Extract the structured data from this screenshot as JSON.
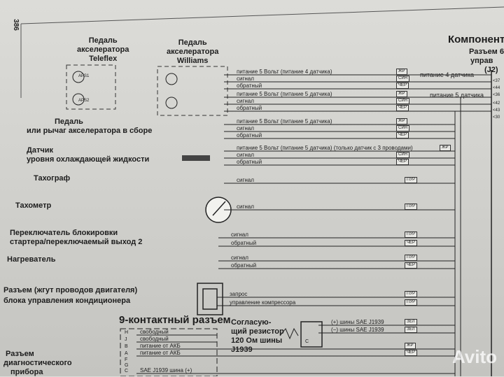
{
  "page_number": "386",
  "header": {
    "title": "Компоненты",
    "connector_line1": "Разъем 6",
    "connector_line2": "управ",
    "connector_id": "(J2)"
  },
  "components": {
    "teleflex": [
      "Педаль",
      "акселератора",
      "Teleflex"
    ],
    "williams": [
      "Педаль",
      "акселератора",
      "Williams"
    ],
    "pedal_assembly": [
      "Педаль",
      "или рычаг акселератора в сборе"
    ],
    "coolant_sensor": [
      "Датчик",
      "уровня охлаждающей жидкости"
    ],
    "tachograph": "Тахограф",
    "tachometer": "Тахометр",
    "starter_switch": [
      "Переключатель блокировки",
      "стартера/переключаемый выход 2"
    ],
    "heater": "Нагреватель",
    "ac_connector": [
      "Разъем (жгут проводов двигателя)",
      "блока управления кондиционера"
    ],
    "nine_pin": "9-контактный разъем",
    "resistor": [
      "Согласую-",
      "щий резистор",
      "120 Ом шины",
      "J1939"
    ],
    "resistor_pin": "C",
    "diag": [
      "Разъем",
      "диагностического",
      "прибора"
    ],
    "sensor_labels": [
      "APS1",
      "APS2"
    ]
  },
  "j2_labels": {
    "supply4": "питание 4 датчика",
    "supply5": "питание 5 датчика",
    "pins": [
      "37",
      "44",
      "36",
      "42",
      "43",
      "30"
    ]
  },
  "wires": [
    {
      "label": "питание 5 Вольт (питание 4 датчика)",
      "color": "ЖР"
    },
    {
      "label": "сигнал",
      "color": "СИН"
    },
    {
      "label": "обратный",
      "color": "ЧЕР"
    },
    {
      "label": "питание 5 Вольт (питание 5 датчика)",
      "color": "ЖР"
    },
    {
      "label": "сигнал",
      "color": "СИН"
    },
    {
      "label": "обратный",
      "color": "ЧЕР"
    },
    {
      "label": "питание 5 Вольт (питание 5 датчика)",
      "color": "ЖР"
    },
    {
      "label": "сигнал",
      "color": "СИН"
    },
    {
      "label": "обратный",
      "color": "ЧЕР"
    },
    {
      "label": "питание 5 Вольт (питание 5 датчика) (только датчик с 3 проводами)",
      "color": "ЖР"
    },
    {
      "label": "сигнал",
      "color": "СИН"
    },
    {
      "label": "обратный",
      "color": "ЧЕР"
    },
    {
      "label": "сигнал",
      "color": "ПУР"
    },
    {
      "label": "сигнал",
      "color": "ПУР"
    },
    {
      "label": "сигнал",
      "color": "ПУР"
    },
    {
      "label": "обратный",
      "color": "ЧЕР"
    },
    {
      "label": "сигнал",
      "color": "ПУР"
    },
    {
      "label": "обратный",
      "color": "ЧЕР"
    },
    {
      "label": "запрос",
      "color": "ПУР"
    },
    {
      "label": "управление компрессора",
      "color": "ПУР"
    },
    {
      "label": "(+) шины SAE J1939",
      "color": "ЗЕЛ"
    },
    {
      "label": "(−) шины SAE J1939",
      "color": "ЗЕЛ"
    }
  ],
  "nine_pin_wires": [
    {
      "pin": "H",
      "label": "свободный"
    },
    {
      "pin": "J",
      "label": "свободный"
    },
    {
      "pin": "B",
      "label": "питание от АКБ",
      "color": "ЖР"
    },
    {
      "pin": "A",
      "label": "питание от АКБ",
      "color": "ЧЕР"
    },
    {
      "pin": "F",
      "label": ""
    },
    {
      "pin": "G",
      "label": ""
    },
    {
      "pin": "C",
      "label": "SAE J1939 шина (+)"
    }
  ],
  "watermark": "Avito"
}
